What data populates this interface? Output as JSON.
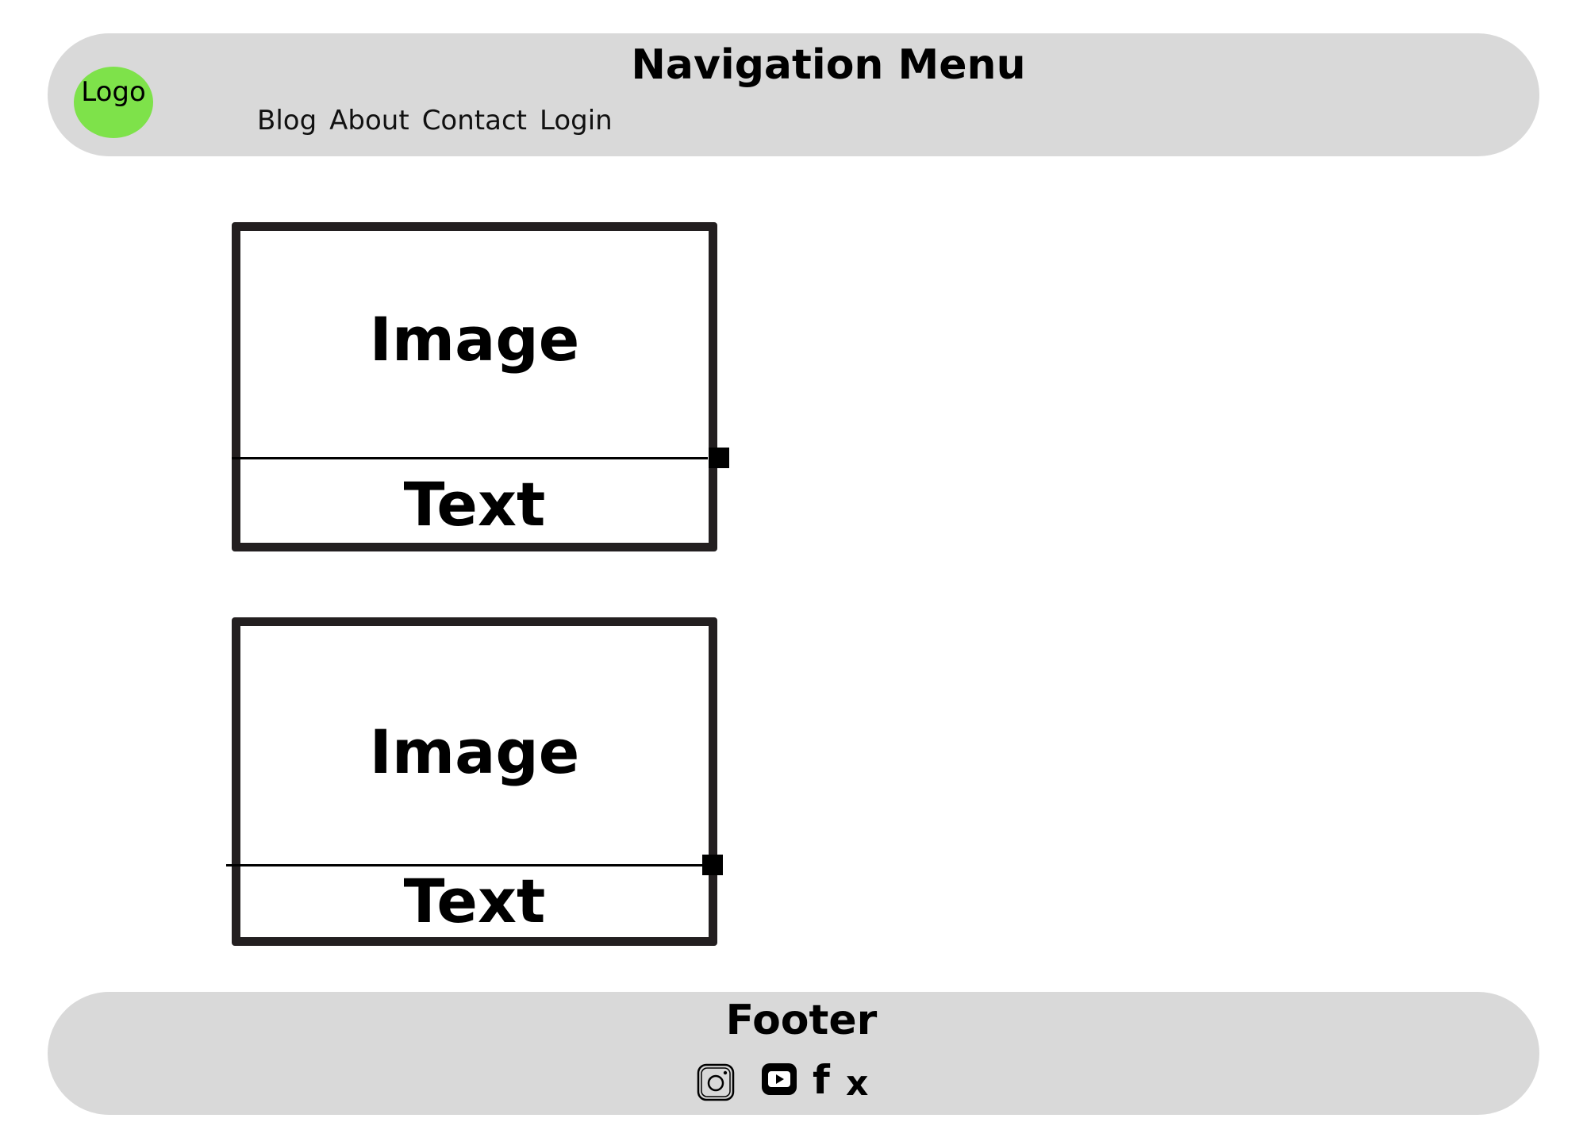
{
  "header": {
    "logo_label": "Logo",
    "title": "Navigation Menu",
    "nav_links": [
      "Blog",
      "About",
      "Contact",
      "Login"
    ]
  },
  "cards": [
    {
      "image_label": "Image",
      "text_label": "Text"
    },
    {
      "image_label": "Image",
      "text_label": "Text"
    }
  ],
  "footer": {
    "title": "Footer",
    "social_icons": [
      "instagram-icon",
      "youtube-icon",
      "facebook-icon",
      "x-icon"
    ],
    "facebook_glyph": "f",
    "x_glyph": "x"
  },
  "colors": {
    "bar_background": "#d9d9d9",
    "logo_green": "#7ee24a",
    "card_border": "#231f20"
  }
}
